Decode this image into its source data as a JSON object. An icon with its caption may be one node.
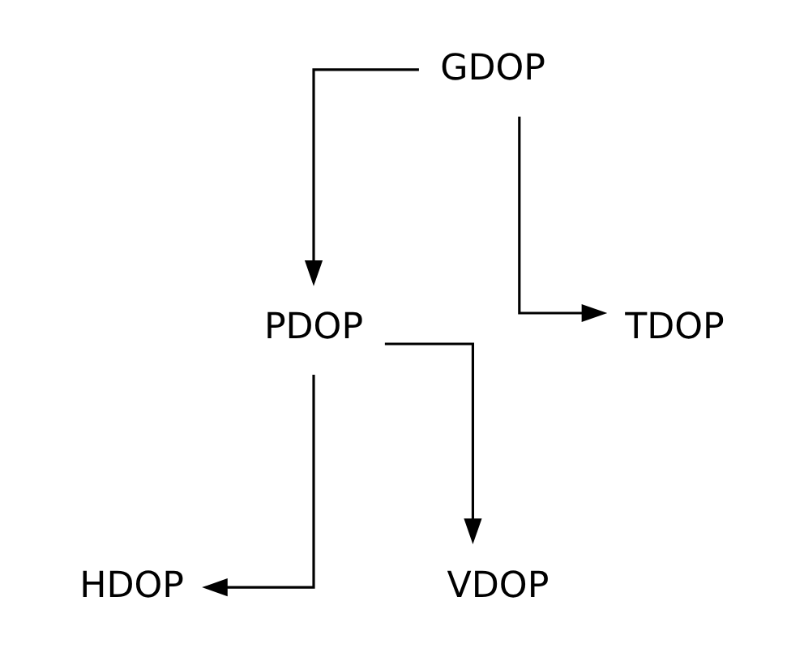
{
  "diagram": {
    "nodes": [
      {
        "text": [
          "GDOP"
        ]
      },
      {
        "text": [
          "PDOP"
        ]
      },
      {
        "text": [
          "TDOP"
        ]
      },
      {
        "text": [
          "HDOP"
        ]
      },
      {
        "text": [
          "VDOP"
        ]
      }
    ],
    "edges": [
      {
        "from": 0,
        "to": 1,
        "arrow": "to"
      },
      {
        "from": 0,
        "to": 2,
        "arrow": "to"
      },
      {
        "from": 1,
        "to": 3,
        "arrow": "to"
      },
      {
        "from": 1,
        "to": 4,
        "arrow": "to"
      }
    ]
  }
}
